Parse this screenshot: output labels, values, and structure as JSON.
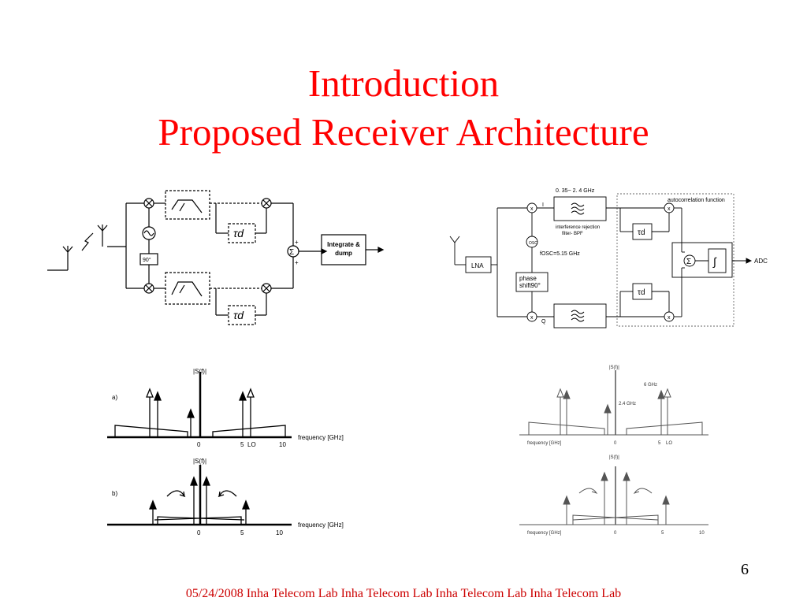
{
  "slide": {
    "title_line1": "Introduction",
    "title_line2": "Proposed Receiver Architecture",
    "slide_number": "6",
    "footer": "05/24/2008 Inha Telecom Lab Inha Telecom Lab  Inha Telecom Lab Inha Telecom Lab",
    "title_color": "#ff0000",
    "footer_color": "#cc0000"
  },
  "left_block_diagram": {
    "phase_label": "90°",
    "delay_label": "τd",
    "integrate_label_line1": "Integrate &",
    "integrate_label_line2": "dump",
    "sum_symbol": "Σ",
    "plus_top": "+",
    "plus_bottom": "+"
  },
  "right_block_diagram": {
    "band_label": "0. 35~ 2. 4 GHz",
    "branch_i": "I",
    "branch_q": "Q",
    "osc_label": "OSC",
    "fosc_label": "fOSC=5.15 GHz",
    "filter_label_line1": "interference rejection",
    "filter_label_line2": "filter- BPF",
    "phase_line1": "phase",
    "phase_line2": "shift90°",
    "lna_label": "LNA",
    "delay_label": "τd",
    "autocorr_label": "autocorrelation function",
    "sum_symbol": "Σ",
    "integral_symbol": "∫",
    "adc_label": "ADC",
    "mult_symbol": "x"
  },
  "left_spectra": {
    "a_label": "a)",
    "b_label": "b)",
    "ylabel": "|S(f)|",
    "xlabel": "frequency [GHz]",
    "tick_0": "0",
    "tick_5": "5",
    "tick_lo": "LO",
    "tick_10": "10"
  },
  "right_spectra": {
    "ylabel_top": "|S(f)|",
    "ylabel_bottom": "|S(f)|",
    "xlabel": "frequency [GHz]",
    "label_6ghz": "6 GHz",
    "label_24ghz": "2.4 GHz",
    "tick_0": "0",
    "tick_5": "5",
    "tick_lo": "LO",
    "tick_10": "10"
  }
}
